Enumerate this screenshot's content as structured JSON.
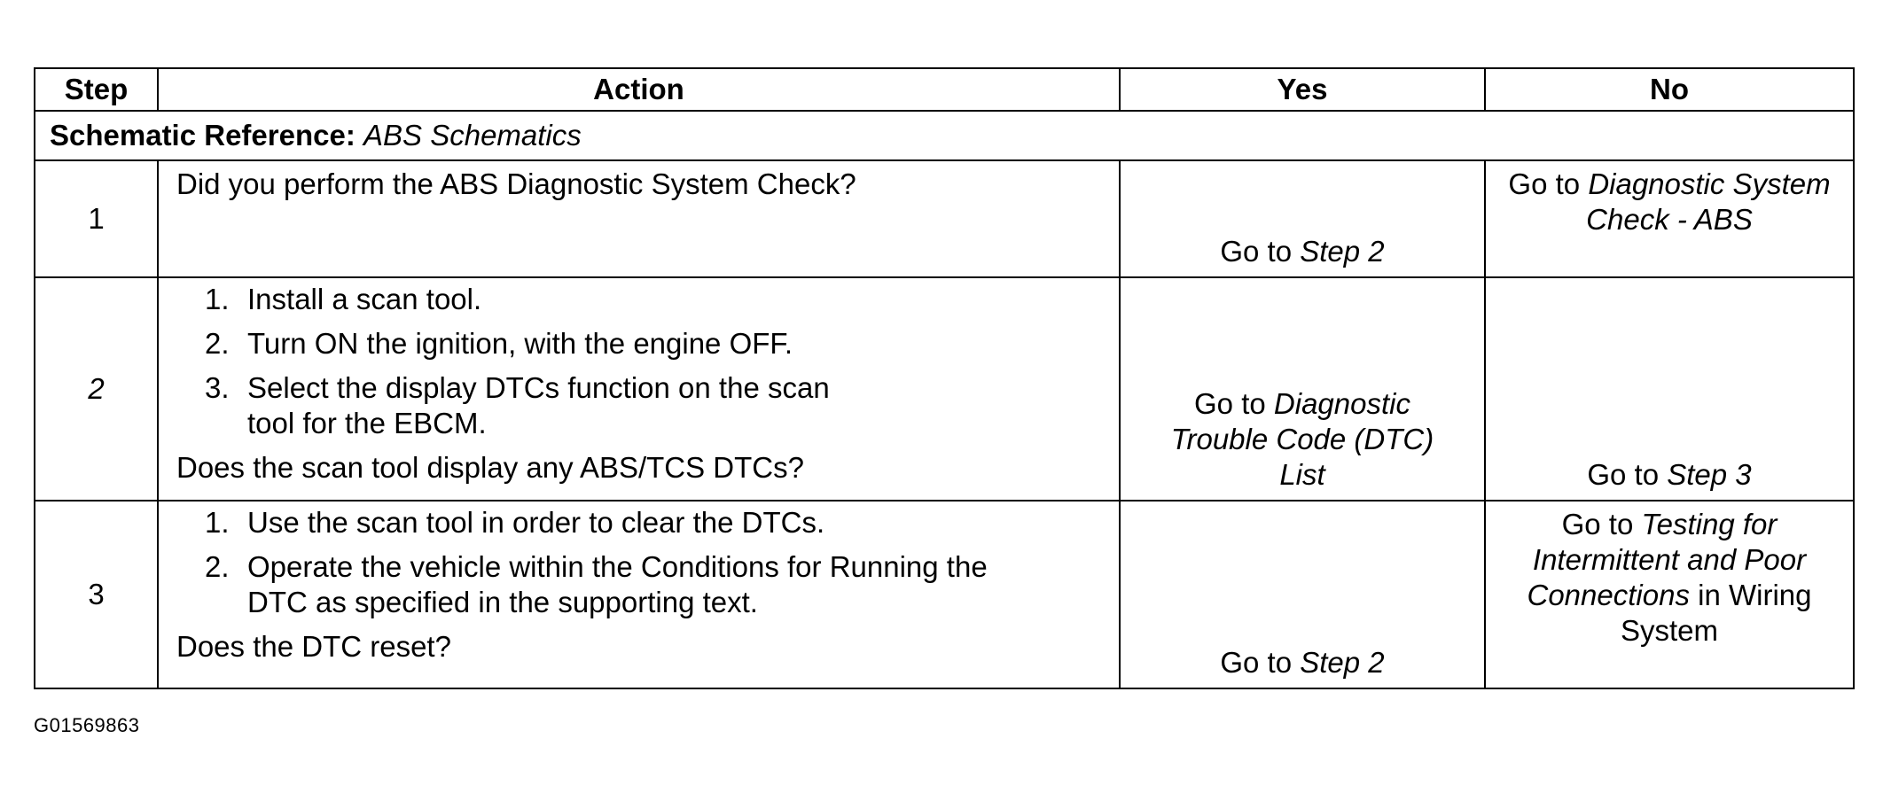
{
  "headers": {
    "step": "Step",
    "action": "Action",
    "yes": "Yes",
    "no": "No"
  },
  "schematic_reference": {
    "label": "Schematic Reference:",
    "value": "ABS Schematics"
  },
  "rows": [
    {
      "step": "1",
      "question": "Did you perform the ABS Diagnostic System Check?",
      "yes": {
        "prefix": "Go to",
        "link": "Step 2"
      },
      "no": {
        "prefix": "Go to",
        "link": "Diagnostic System Check - ABS"
      }
    },
    {
      "step": "2",
      "substeps": [
        {
          "num": "1.",
          "text": "Install a scan tool."
        },
        {
          "num": "2.",
          "text": "Turn ON the ignition, with the engine OFF."
        },
        {
          "num": "3.",
          "text": "Select the display DTCs function on the scan tool for the EBCM."
        }
      ],
      "question": "Does the scan tool display any ABS/TCS DTCs?",
      "yes": {
        "prefix": "Go to",
        "link": "Diagnostic Trouble Code (DTC) List"
      },
      "no": {
        "prefix": "Go to",
        "link": "Step 3"
      }
    },
    {
      "step": "3",
      "substeps": [
        {
          "num": "1.",
          "text": "Use the scan tool in order to clear the DTCs."
        },
        {
          "num": "2.",
          "text": "Operate the vehicle within the Conditions for Running the DTC as specified in the supporting text."
        }
      ],
      "question": "Does the DTC reset?",
      "yes": {
        "prefix": "Go to",
        "link": "Step 2"
      },
      "no": {
        "prefix": "Go to",
        "link": "Testing for Intermittent and Poor Connections",
        "suffix": "in Wiring System"
      }
    }
  ],
  "figure_id": "G01569863"
}
